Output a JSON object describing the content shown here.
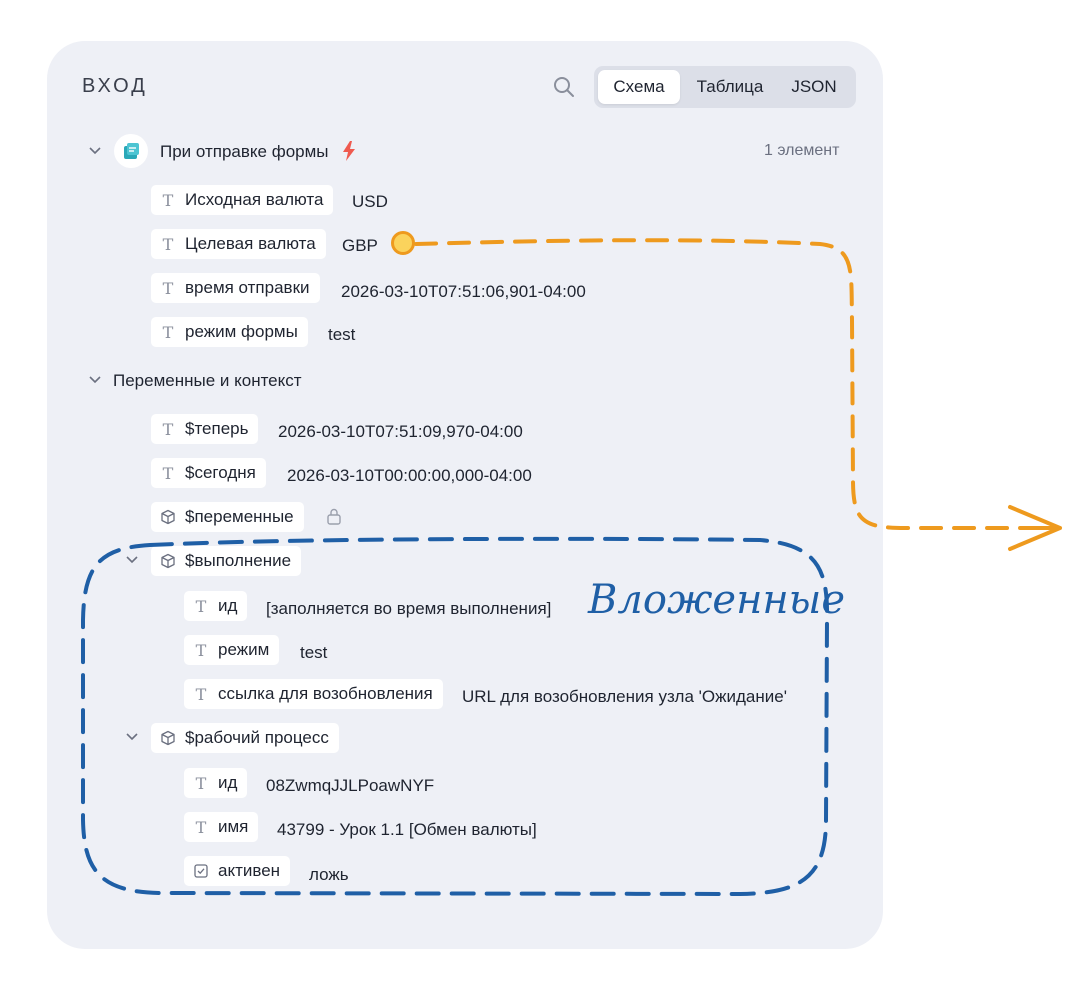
{
  "panel": {
    "title": "ВХОД",
    "tabs": [
      {
        "label": "Схема",
        "active": true
      },
      {
        "label": "Таблица",
        "active": false
      },
      {
        "label": "JSON",
        "active": false
      }
    ]
  },
  "groups": {
    "form": {
      "label": "При отправке формы",
      "count": "1 элемент"
    },
    "context": {
      "label": "Переменные и контекст"
    }
  },
  "rows": [
    {
      "key": "Исходная валюта",
      "value": "USD",
      "icon": "text-type-icon"
    },
    {
      "key": "Целевая валюта",
      "value": "GBP",
      "icon": "text-type-icon"
    },
    {
      "key": "время отправки",
      "value": "2026-03-10T07:51:06,901-04:00",
      "icon": "text-type-icon"
    },
    {
      "key": "режим формы",
      "value": "test",
      "icon": "text-type-icon"
    },
    {
      "key": "$теперь",
      "value": "2026-03-10T07:51:09,970-04:00",
      "icon": "text-type-icon"
    },
    {
      "key": "$сегодня",
      "value": "2026-03-10T00:00:00,000-04:00",
      "icon": "text-type-icon"
    },
    {
      "key": "$переменные",
      "value": "",
      "icon": "cube-icon"
    },
    {
      "key": "$выполнение",
      "value": "",
      "icon": "cube-icon"
    },
    {
      "key": "ид",
      "value": "[заполняется во время выполнения]",
      "icon": "text-type-icon"
    },
    {
      "key": "режим",
      "value": "test",
      "icon": "text-type-icon"
    },
    {
      "key": "ссылка для возобновления",
      "value": "URL для возобновления узла 'Ожидание'",
      "icon": "text-type-icon"
    },
    {
      "key": "$рабочий процесс",
      "value": "",
      "icon": "cube-icon"
    },
    {
      "key": "ид",
      "value": "08ZwmqJJLPoawNYF",
      "icon": "text-type-icon"
    },
    {
      "key": "имя",
      "value": "43799 - Урок 1.1 [Обмен валюты]",
      "icon": "text-type-icon"
    },
    {
      "key": "активен",
      "value": "ложь",
      "icon": "checkbox-icon"
    }
  ],
  "annotation": {
    "nested_label": "Вложенные"
  },
  "colors": {
    "accent_blue": "#1f5fa6",
    "accent_orange": "#ee9a1e",
    "panel_bg": "#eef0f6"
  }
}
